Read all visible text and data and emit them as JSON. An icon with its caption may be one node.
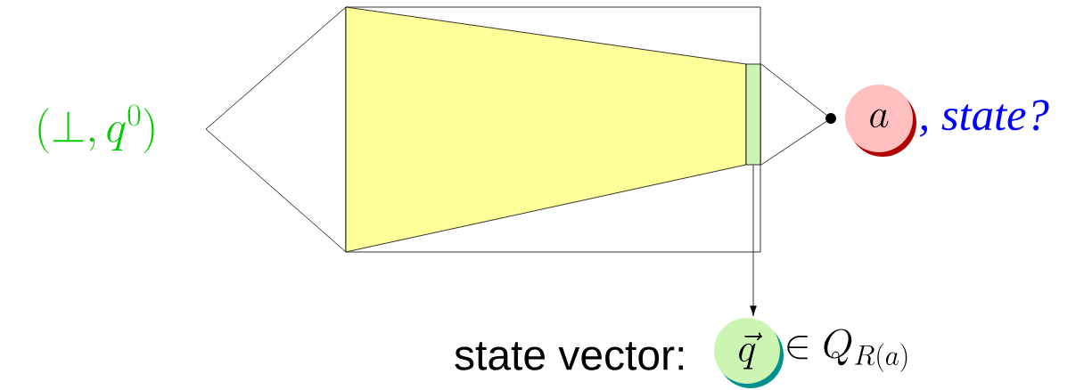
{
  "diagram": {
    "nodes": [
      {
        "text": [],
        "shape": "box"
      },
      {
        "text": [],
        "shape": "trapezoid",
        "in": 0
      },
      {
        "text": [],
        "shape": "bar",
        "in": 0
      },
      {
        "text": [],
        "shape": "circle"
      },
      {
        "text": [
          "a"
        ],
        "beside": [
          ", state?"
        ]
      },
      {
        "text": [
          "\\vec{q}"
        ],
        "beside": [
          "state vector:",
          "\\in Q_{R(a)}"
        ]
      }
    ],
    "edges": [
      {
        "from": 2,
        "to": 3,
        "arrow": "none"
      },
      {
        "from": 2,
        "to": 3,
        "arrow": "none"
      },
      {
        "from": 2,
        "to": 5,
        "arrow": "to"
      }
    ],
    "labels": [
      "(\\bot, q^0)"
    ]
  }
}
